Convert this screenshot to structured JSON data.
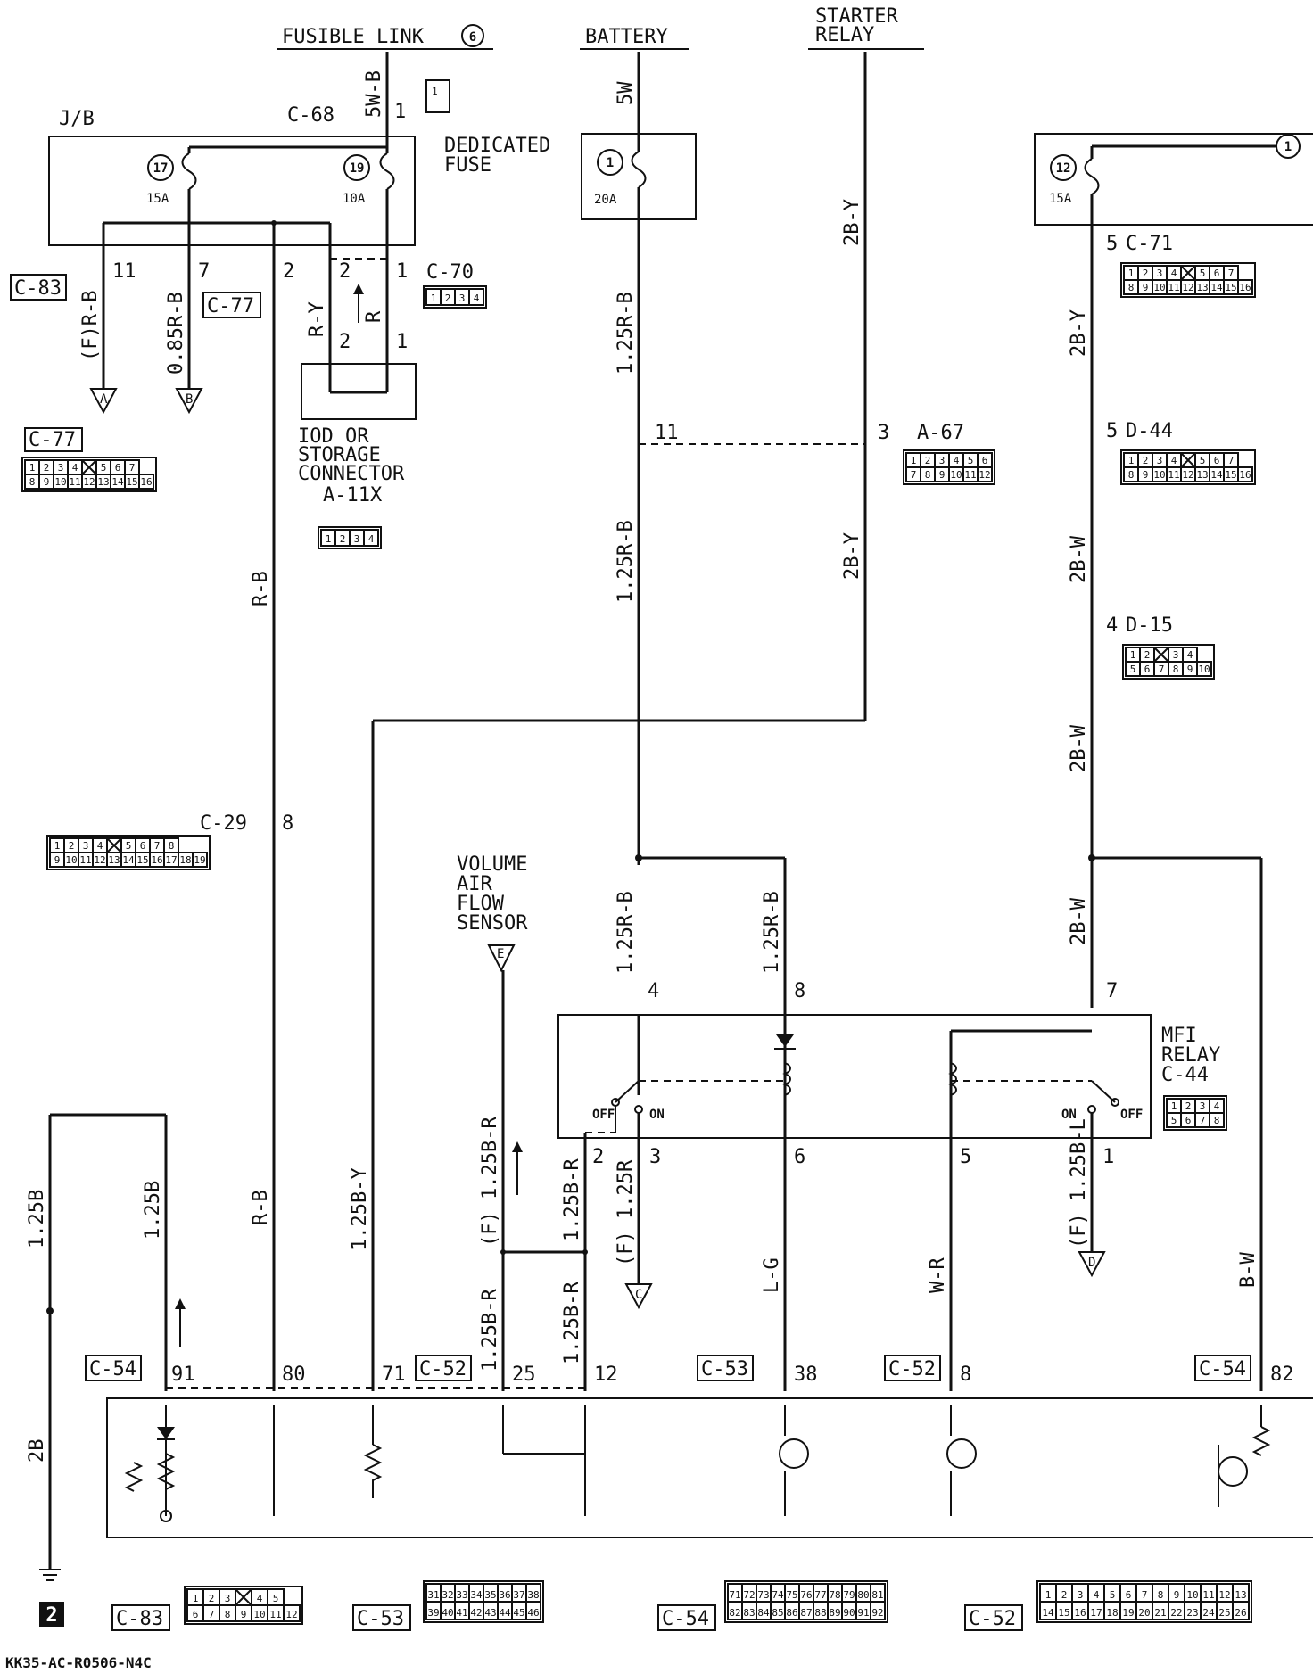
{
  "sources": {
    "fusible_link": "FUSIBLE LINK",
    "fusible_link_no": "6",
    "battery": "BATTERY",
    "starter_relay_1": "STARTER",
    "starter_relay_2": "RELAY"
  },
  "jb": {
    "label": "J/B",
    "connector": "C-68",
    "pin_in": "1",
    "fuse17": {
      "no": "17",
      "amp": "15A"
    },
    "fuse19": {
      "no": "19",
      "amp": "10A"
    },
    "pins": [
      "11",
      "7",
      "2",
      "2",
      "1"
    ]
  },
  "dedicated_fuse": {
    "title_1": "DEDICATED",
    "title_2": "FUSE",
    "no": "1",
    "amp": "20A"
  },
  "fuse12": {
    "no": "12",
    "amp": "15A",
    "ref": "1"
  },
  "wires": {
    "w5WB": "5W-B",
    "w5W": "5W",
    "w2BY_top": "2B-Y",
    "w125RB_a": "1.25R-B",
    "w125RB_b": "1.25R-B",
    "w125RB_c": "1.25R-B",
    "w125RB_d": "1.25R-B",
    "w2BY_b": "2B-Y",
    "w2BY_c": "2B-Y",
    "w2BW_a": "2B-W",
    "w2BW_b": "2B-W",
    "w2BW_c": "2B-W",
    "wFRB": "(F)R-B",
    "w085RB": "0.85R-B",
    "wRY": "R-Y",
    "wR": "R",
    "wRB": "R-B",
    "wRB2": "R-B",
    "w125BY": "1.25B-Y",
    "w125B_a": "1.25B",
    "w125B_b": "1.25B",
    "w2B": "2B",
    "wF125BR": "(F) 1.25B-R",
    "w125BR_a": "1.25B-R",
    "w125BR_b": "1.25B-R",
    "w125BR_c": "1.25B-R",
    "wF125R": "(F) 1.25R",
    "wLG": "L-G",
    "wWR": "W-R",
    "wF125BL": "(F) 1.25B-L",
    "wBW": "B-W"
  },
  "connectors": {
    "C71": {
      "name": "C-71",
      "pin": "5",
      "rows": [
        [
          "1",
          "2",
          "3",
          "4",
          "",
          "5",
          "6",
          "7"
        ],
        [
          "8",
          "9",
          "10",
          "11",
          "12",
          "13",
          "14",
          "15",
          "16"
        ]
      ]
    },
    "D44": {
      "name": "D-44",
      "pin": "5",
      "rows": [
        [
          "1",
          "2",
          "3",
          "4",
          "",
          "5",
          "6",
          "7"
        ],
        [
          "8",
          "9",
          "10",
          "11",
          "12",
          "13",
          "14",
          "15",
          "16"
        ]
      ]
    },
    "D15": {
      "name": "D-15",
      "pin": "4",
      "rows": [
        [
          "1",
          "2",
          "",
          "3",
          "4"
        ],
        [
          "5",
          "6",
          "7",
          "8",
          "9",
          "10"
        ]
      ]
    },
    "A67": {
      "name": "A-67",
      "pin_left": "11",
      "pin_right": "3",
      "rows": [
        [
          "1",
          "2",
          "3",
          "4",
          "5",
          "6"
        ],
        [
          "7",
          "8",
          "9",
          "10",
          "11",
          "12"
        ]
      ]
    },
    "C70": {
      "name": "C-70",
      "pin_a": "2",
      "pin_b": "1",
      "rows": [
        [
          "1",
          "2",
          "3",
          "4"
        ]
      ]
    },
    "C77": {
      "name": "C-77",
      "rows": [
        [
          "1",
          "2",
          "3",
          "4",
          "",
          "5",
          "6",
          "7"
        ],
        [
          "8",
          "9",
          "10",
          "11",
          "12",
          "13",
          "14",
          "15",
          "16"
        ]
      ]
    },
    "C83": {
      "name": "C-83"
    },
    "C29": {
      "name": "C-29",
      "pin": "8",
      "rows": [
        [
          "1",
          "2",
          "3",
          "4",
          "",
          "5",
          "6",
          "7",
          "8"
        ],
        [
          "9",
          "10",
          "11",
          "12",
          "13",
          "14",
          "15",
          "16",
          "17",
          "18",
          "19"
        ]
      ]
    },
    "A11X": {
      "rows": [
        [
          "1",
          "2",
          "3",
          "4"
        ]
      ]
    },
    "IOD": {
      "rows": [
        [
          "1"
        ]
      ]
    }
  },
  "iod": {
    "line1": "IOD OR",
    "line2": "STORAGE",
    "line3": "CONNECTOR",
    "name": "A-11X",
    "pin_a": "2",
    "pin_b": "1"
  },
  "grounds": {
    "A": "A",
    "B": "B",
    "C": "C",
    "D": "D",
    "E": "E"
  },
  "vaf": {
    "line1": "VOLUME",
    "line2": "AIR",
    "line3": "FLOW",
    "line4": "SENSOR"
  },
  "mfi": {
    "line1": "MFI",
    "line2": "RELAY",
    "name": "C-44",
    "pins_top": [
      "4",
      "8",
      "7"
    ],
    "pins_bottom": [
      "2",
      "3",
      "6",
      "5",
      "1"
    ],
    "off": "OFF",
    "on": "ON",
    "rows": [
      [
        "1",
        "2",
        "3",
        "4"
      ],
      [
        "5",
        "6",
        "7",
        "8"
      ]
    ]
  },
  "ecu": {
    "pins": [
      "91",
      "80",
      "71",
      "25",
      "12",
      "38",
      "8",
      "82"
    ],
    "conn_labels": [
      "C-54",
      "C-52",
      "C-53",
      "C-52",
      "C-54"
    ]
  },
  "legend": {
    "page_no": "2",
    "C83": {
      "name": "C-83",
      "rows": [
        [
          "1",
          "2",
          "3",
          "",
          "4",
          "5"
        ],
        [
          "6",
          "7",
          "8",
          "9",
          "10",
          "11",
          "12"
        ]
      ]
    },
    "C53": {
      "name": "C-53",
      "rows": [
        [
          "31",
          "32",
          "33",
          "34",
          "35",
          "36",
          "37",
          "38"
        ],
        [
          "39",
          "40",
          "41",
          "42",
          "43",
          "44",
          "45",
          "46"
        ]
      ]
    },
    "C54": {
      "name": "C-54",
      "rows": [
        [
          "71",
          "72",
          "73",
          "74",
          "75",
          "76",
          "77",
          "78",
          "79",
          "80",
          "81"
        ],
        [
          "82",
          "83",
          "84",
          "85",
          "86",
          "87",
          "88",
          "89",
          "90",
          "91",
          "92"
        ]
      ]
    },
    "C52": {
      "name": "C-52",
      "rows": [
        [
          "1",
          "2",
          "3",
          "4",
          "5",
          "6",
          "7",
          "8",
          "9",
          "10",
          "11",
          "12",
          "13"
        ],
        [
          "14",
          "15",
          "16",
          "17",
          "18",
          "19",
          "20",
          "21",
          "22",
          "23",
          "24",
          "25",
          "26"
        ]
      ]
    }
  },
  "footer_code": "KK35-AC-R0506-N4C"
}
